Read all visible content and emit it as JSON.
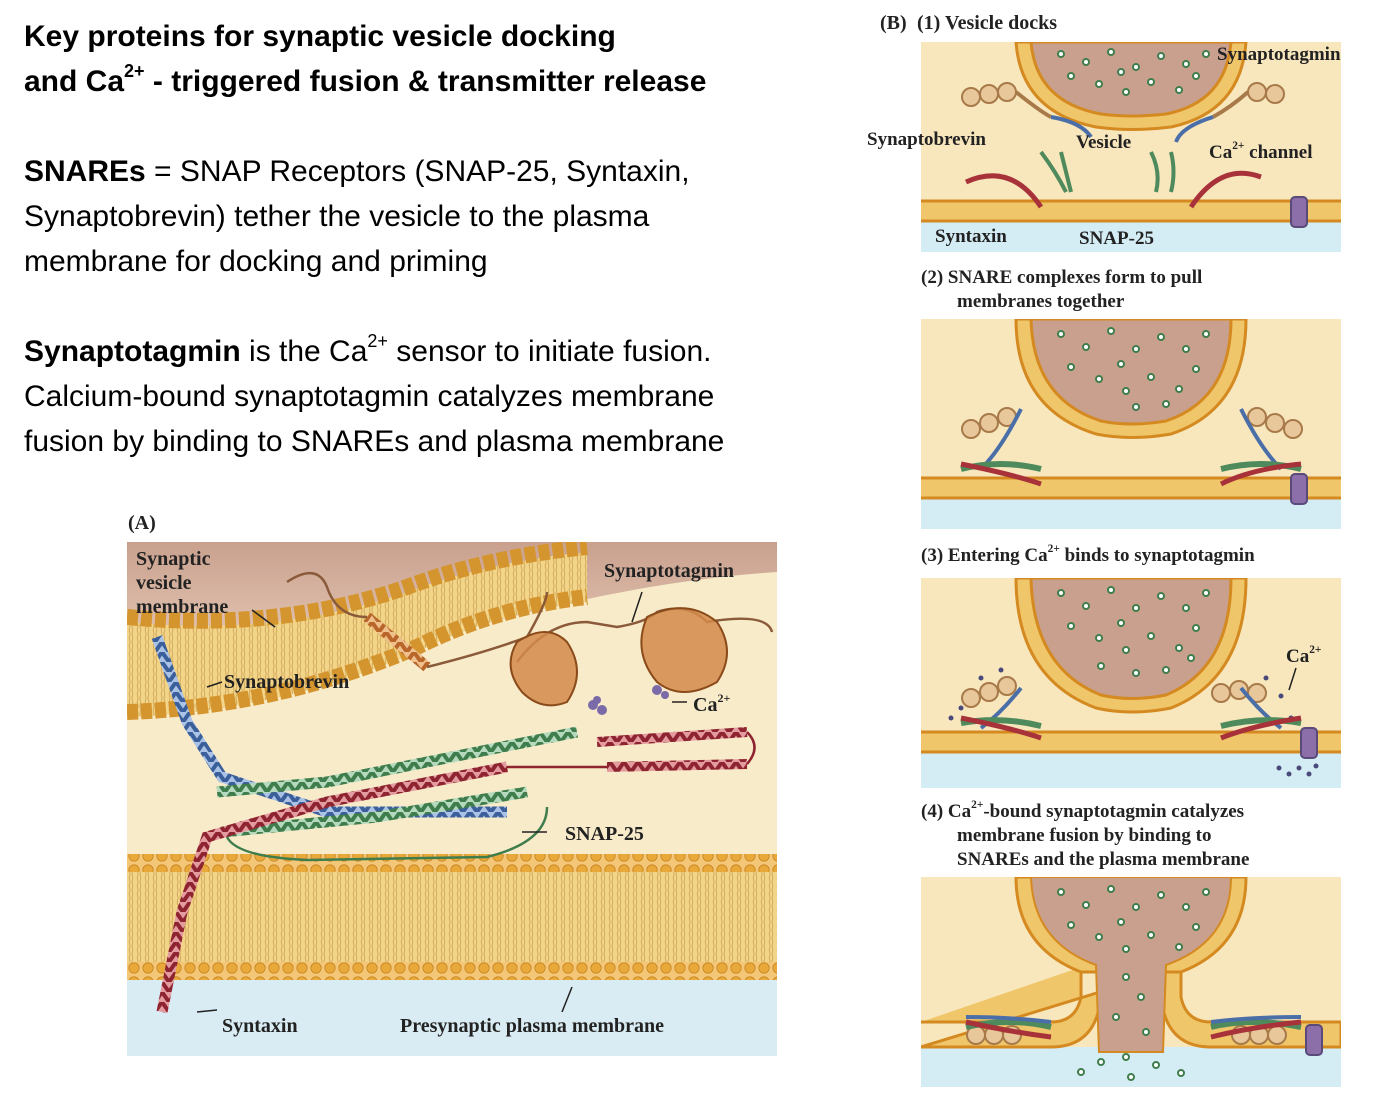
{
  "text": {
    "title_line1": "Key proteins for synaptic vesicle docking",
    "title_line2_pre": "and Ca",
    "title_line2_sup": "2+",
    "title_line2_post": " - triggered fusion & transmitter release",
    "snares_term": "SNAREs",
    "snares_rest_line1": " = SNAP Receptors (SNAP-25, Syntaxin,",
    "snares_line2": "Synaptobrevin) tether the vesicle to the plasma",
    "snares_line3": "membrane for docking and priming",
    "syt_term": "Synaptotagmin",
    "syt_rest_pre": " is the Ca",
    "syt_rest_sup": "2+",
    "syt_rest_post": " sensor to initiate fusion.",
    "syt_line2": "Calcium-bound synaptotagmin catalyzes membrane",
    "syt_line3": "fusion by binding to SNAREs and plasma membrane"
  },
  "panel_a": {
    "tag": "(A)",
    "vesicle_membrane_l1": "Synaptic",
    "vesicle_membrane_l2": "vesicle",
    "vesicle_membrane_l3": "membrane",
    "synaptotagmin": "Synaptotagmin",
    "synaptobrevin": "Synaptobrevin",
    "ca_pre": "Ca",
    "ca_sup": "2+",
    "snap25": "SNAP-25",
    "syntaxin": "Syntaxin",
    "plasma_membrane": "Presynaptic plasma membrane"
  },
  "panel_b": {
    "tag": "(B)",
    "step1": "(1)  Vesicle docks",
    "step1_synaptotagmin": "Synaptotagmin",
    "step1_synaptobrevin": "Synaptobrevin",
    "step1_vesicle": "Vesicle",
    "step1_ca_pre": "Ca",
    "step1_ca_sup": "2+",
    "step1_ca_post": " channel",
    "step1_syntaxin": "Syntaxin",
    "step1_snap25": "SNAP-25",
    "step2_l1": "(2)  SNARE complexes form to pull",
    "step2_l2": "membranes together",
    "step3_pre": "(3)  Entering Ca",
    "step3_sup": "2+",
    "step3_post": " binds to synaptotagmin",
    "step3_ca_pre": "Ca",
    "step3_ca_sup": "2+",
    "step4_pre": "(4)  Ca",
    "step4_sup": "2+",
    "step4_post": "-bound synaptotagmin catalyzes",
    "step4_l2": "membrane fusion by binding to",
    "step4_l3": "SNAREs and the plasma membrane"
  },
  "colors": {
    "cytoplasm": "#f6e3b4",
    "extracellular": "#cfe7f2",
    "vesicle_lumen": "#c9a08e",
    "membrane_gold": "#e9a93a",
    "synaptobrevin": "#4a6fa8",
    "syntaxin": "#a8323a",
    "snap25": "#4f8a5c",
    "synaptotagmin": "#c4783a",
    "ca_channel": "#8c6fa8"
  }
}
